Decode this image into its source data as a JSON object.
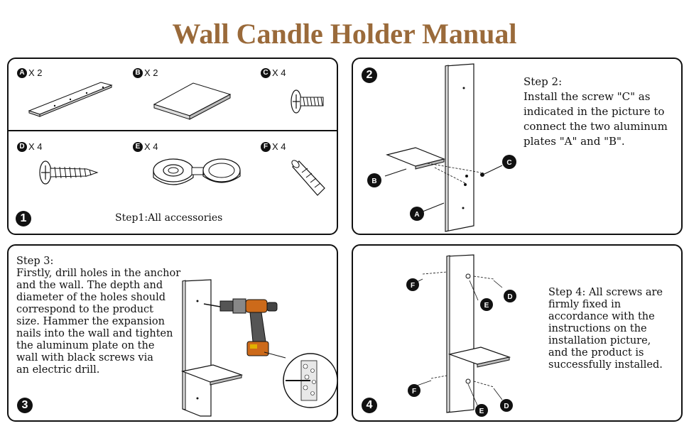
{
  "title": "Wall Candle Holder Manual",
  "step1": {
    "number": "1",
    "caption": "Step1:All accessories",
    "accessories": [
      {
        "letter": "A",
        "qty": "X 2"
      },
      {
        "letter": "B",
        "qty": "X 2"
      },
      {
        "letter": "C",
        "qty": "X 4"
      },
      {
        "letter": "D",
        "qty": "X 4"
      },
      {
        "letter": "E",
        "qty": "X 4"
      },
      {
        "letter": "F",
        "qty": "X 4"
      }
    ]
  },
  "step2": {
    "number": "2",
    "text": "Step 2:\nInstall the screw \"C\" as\nindicated in the picture to\nconnect the two aluminum\nplates \"A\" and \"B\".",
    "callouts": [
      "A",
      "B",
      "C"
    ]
  },
  "step3": {
    "number": "3",
    "text": "Step 3:\nFirstly, drill holes in the anchor\nand the wall. The depth and\ndiameter of the holes should\ncorrespond to the product\nsize. Hammer the expansion\nnails into the wall and tighten\nthe aluminum plate on the\nwall with black screws via\nan electric drill."
  },
  "step4": {
    "number": "4",
    "text": "Step 4: All screws are\nfirmly fixed in\naccordance with the\ninstructions on the\ninstallation picture,\nand the product is\nsuccessfully installed.",
    "callouts": [
      "F",
      "E",
      "D",
      "F",
      "E",
      "D"
    ]
  },
  "colors": {
    "title": "#9a6a3a",
    "ink": "#111111"
  }
}
